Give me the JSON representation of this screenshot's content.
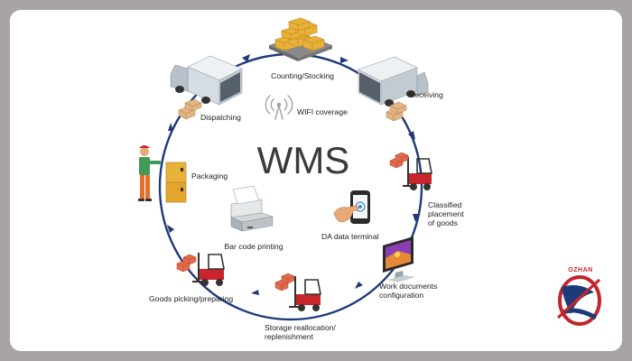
{
  "title": "WMS",
  "stages": {
    "counting": "Counting/Stocking",
    "receiving": "Receiving",
    "classified": [
      "Classified",
      "placement",
      "of goods"
    ],
    "work_docs": [
      "Work documents",
      "configuration"
    ],
    "storage": [
      "Storage reallocation/",
      "replenishment"
    ],
    "picking": "Goods picking/preparing",
    "packaging": "Packaging",
    "dispatching": "Dispatching"
  },
  "features": {
    "wifi": "WIFI coverage",
    "terminal": "DA data terminal",
    "barcode": "Bar code printing"
  },
  "logo": {
    "text": "OZHAN"
  },
  "colors": {
    "ring": "#1f3a78",
    "forklift": "#c9252c",
    "box": "#e8b13a",
    "truck": "#d6dce3"
  }
}
